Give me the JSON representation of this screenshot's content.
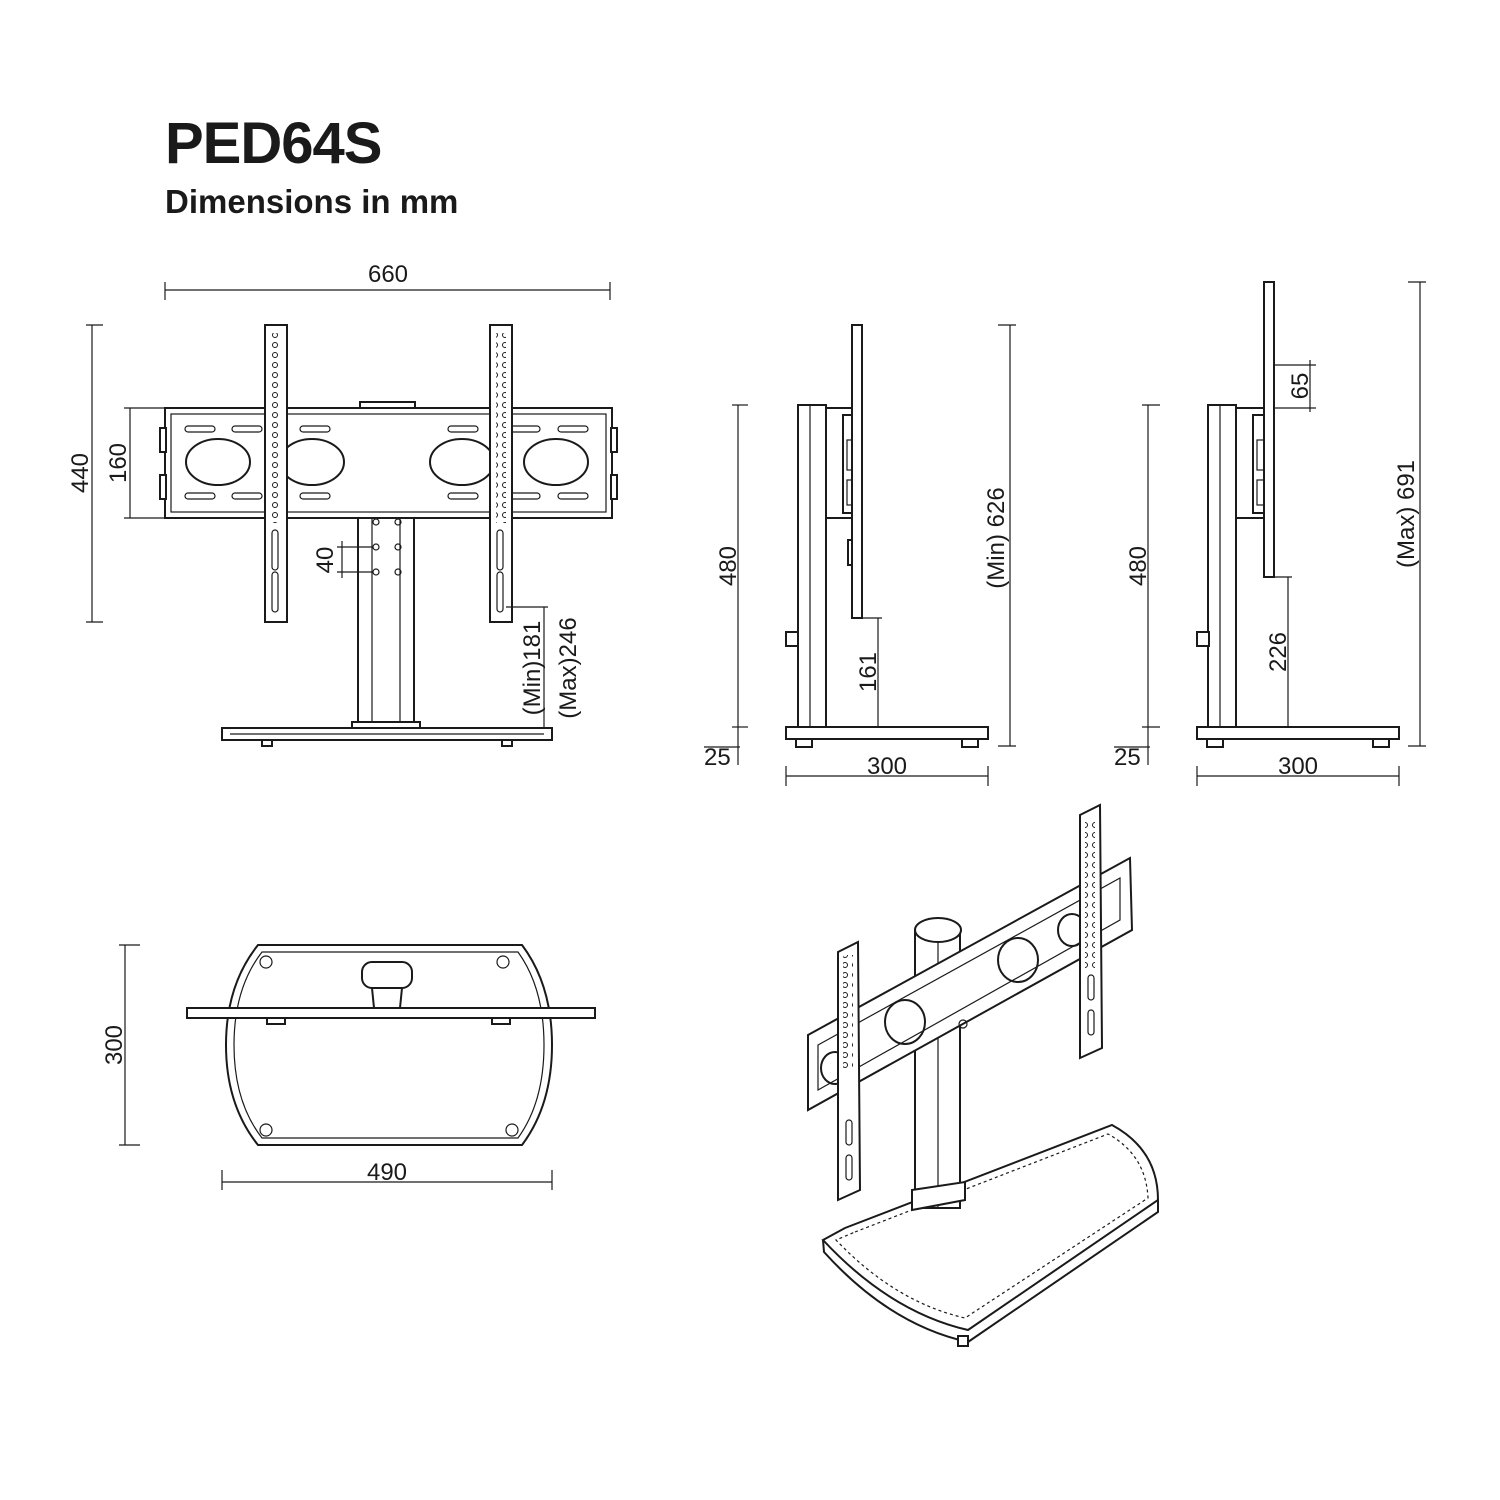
{
  "header": {
    "title": "PED64S",
    "subtitle": "Dimensions in mm"
  },
  "front_view": {
    "width": "660",
    "height": "440",
    "bracket_height": "160",
    "pole_hole_spacing": "40",
    "clearance_min": "(Min)181",
    "clearance_max": "(Max)246"
  },
  "side_view_min": {
    "pole_height": "480",
    "base_thickness": "25",
    "depth": "300",
    "lower_clearance": "161",
    "overall_height": "(Min) 626"
  },
  "side_view_max": {
    "pole_height": "480",
    "base_thickness": "25",
    "depth": "300",
    "lower_clearance": "226",
    "overall_height": "(Max) 691",
    "adjustment": "65"
  },
  "top_view": {
    "depth": "300",
    "width": "490"
  }
}
